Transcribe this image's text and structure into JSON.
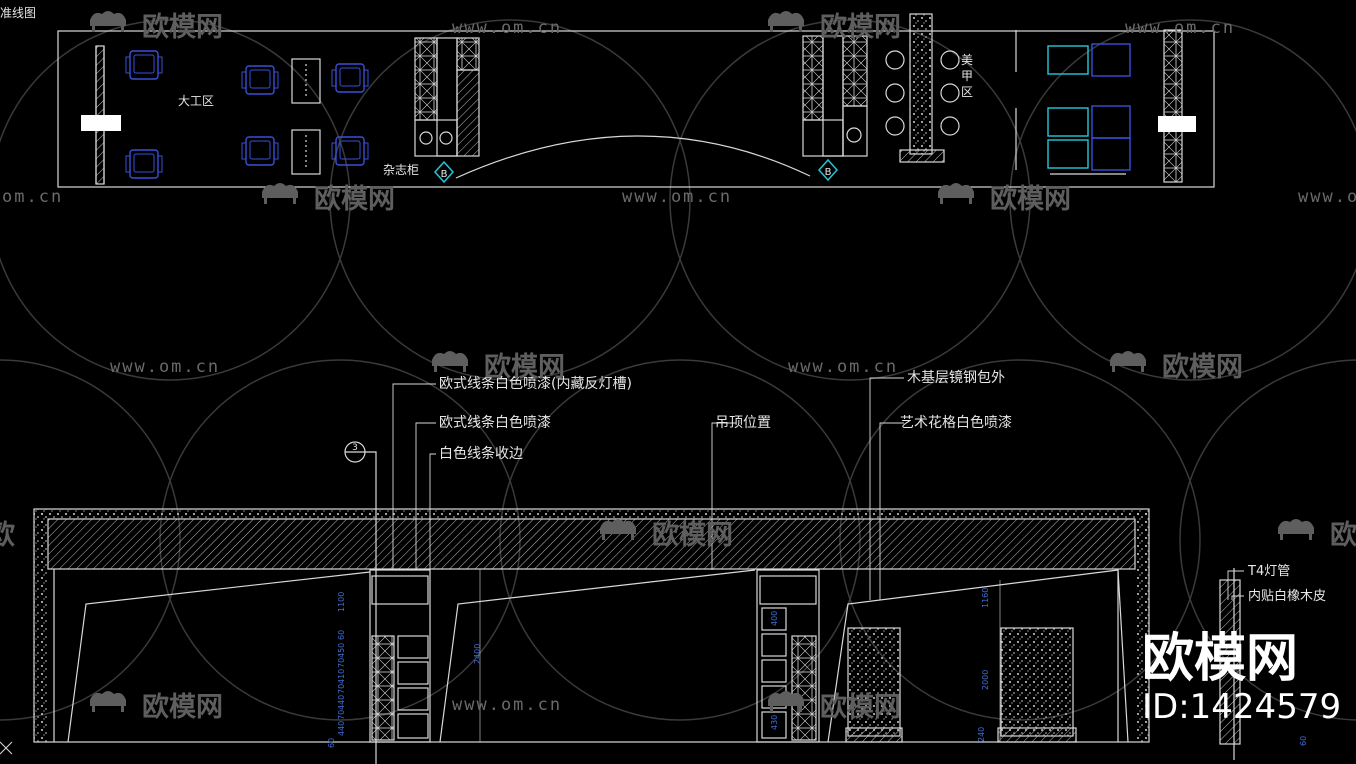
{
  "drawing": {
    "title_fragment": "准线图"
  },
  "plan": {
    "zone_big_work": "大工区",
    "magazine_cabinet": "杂志柜",
    "nail_zone_chars": [
      "美",
      "甲",
      "区"
    ],
    "section_marker_left": "B",
    "section_marker_right": "B"
  },
  "elevation": {
    "callout_marker": "3",
    "annotations": {
      "european_molding_hidden_light": "欧式线条白色喷漆(内藏反灯槽)",
      "european_molding_white": "欧式线条白色喷漆",
      "white_trim": "白色线条收边",
      "ceiling_position": "吊顶位置",
      "mirror_steel_cladding": "木基层镜钢包外",
      "art_lattice_white": "艺术花格白色喷漆",
      "t4_tube": "T4灯管",
      "white_oak_veneer": "内贴白橡木皮"
    },
    "dimensions": {
      "left_cabinet": [
        "1100",
        "60",
        "450",
        "70",
        "410",
        "70",
        "440",
        "70",
        "440",
        "60"
      ],
      "wall_height_left": "2400",
      "right_cabinet_top": "400",
      "right_cabinet_bottom": "430",
      "right_upper": "1160",
      "right_panel": "2000",
      "right_base": "240",
      "far_right_base": "60"
    }
  },
  "watermarks": {
    "url": "www.om.cn",
    "url_cut": "om.cn",
    "brand": "欧模网",
    "brand_cut": "欧",
    "brand_big": "欧模网",
    "id_text": "ID:1424579"
  },
  "colors": {
    "background": "#000000",
    "line": "#d9d9d9",
    "blue": "#3a4fd8",
    "cyan": "#22c7d8",
    "watermark": "#5e5e5e"
  }
}
